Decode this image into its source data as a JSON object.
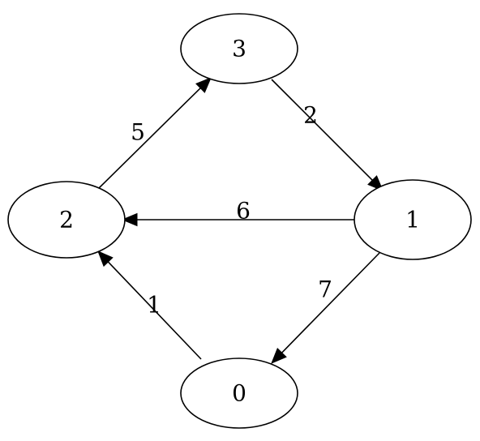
{
  "graph": {
    "type": "directed-weighted-graph",
    "nodes": [
      {
        "id": "0",
        "label": "0"
      },
      {
        "id": "1",
        "label": "1"
      },
      {
        "id": "2",
        "label": "2"
      },
      {
        "id": "3",
        "label": "3"
      }
    ],
    "edges": [
      {
        "id": "e-3-1",
        "from": "3",
        "to": "1",
        "weight": "2"
      },
      {
        "id": "e-2-3",
        "from": "2",
        "to": "3",
        "weight": "5"
      },
      {
        "id": "e-1-2",
        "from": "1",
        "to": "2",
        "weight": "6"
      },
      {
        "id": "e-1-0",
        "from": "1",
        "to": "0",
        "weight": "7"
      },
      {
        "id": "e-0-2",
        "from": "0",
        "to": "2",
        "weight": "1"
      }
    ]
  }
}
